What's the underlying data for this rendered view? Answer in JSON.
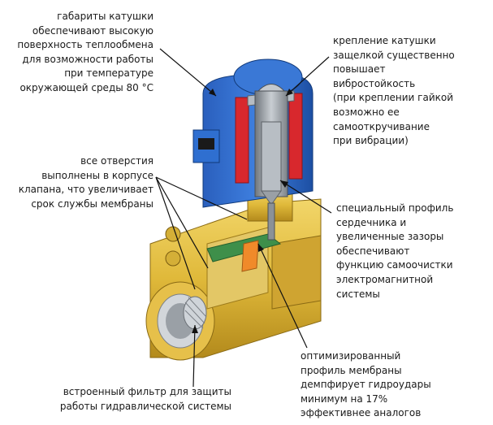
{
  "callouts": {
    "coil_size": [
      "габариты катушки",
      "обеспечивают высокую",
      "поверхность теплообмена",
      "для возможности работы",
      "при температуре",
      "окружающей среды 80 °C"
    ],
    "coil_mount": [
      "крепление катушки",
      "защелкой существенно",
      "повышает",
      "вибростойкость",
      "(при креплении гайкой",
      "возможно ее",
      "самооткручивание",
      "при вибрации)"
    ],
    "holes": [
      "все отверстия",
      "выполнены в корпусе",
      "клапана, что увеличивает",
      "срок службы мембраны"
    ],
    "core_profile": [
      "специальный профиль",
      "сердечника и",
      "увеличенные зазоры",
      "обеспечивают",
      "функцию самоочистки",
      "электромагнитной",
      "системы"
    ],
    "membrane": [
      "оптимизированный",
      "профиль мембраны",
      "демпфирует гидроудары",
      "минимум на 17%",
      "эффективнее аналогов"
    ],
    "filter": [
      "встроенный фильтр для защиты",
      "работы гидравлической системы"
    ]
  },
  "colors": {
    "coil_blue": "#2f6fd0",
    "coil_dark": "#1d4fa3",
    "winding_red": "#d8282d",
    "body_brass": "#e0b93a",
    "brass_dark": "#b38a1c",
    "steel": "#9aa0a6",
    "membrane_green": "#3e8f4a",
    "leader": "#111111"
  }
}
